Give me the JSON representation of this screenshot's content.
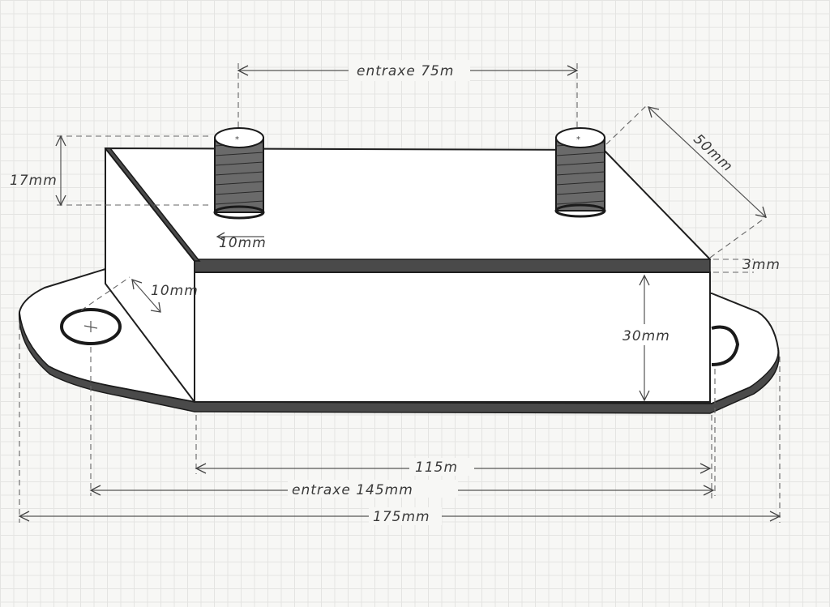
{
  "drawing": {
    "labels": {
      "entraxe_top": "entraxe 75m",
      "depth": "50mm",
      "stud_height": "17mm",
      "stud_diameter": "10mm",
      "hole_diameter": "10mm",
      "plate_thickness": "3mm",
      "body_height": "30mm",
      "body_length": "115m",
      "entraxe_bottom": "entraxe 145mm",
      "total_length": "175mm"
    },
    "colors": {
      "paper": "#f7f7f5",
      "grid": "#e4e4e2",
      "ink": "#1f1f1f",
      "pencil": "#555555"
    }
  }
}
